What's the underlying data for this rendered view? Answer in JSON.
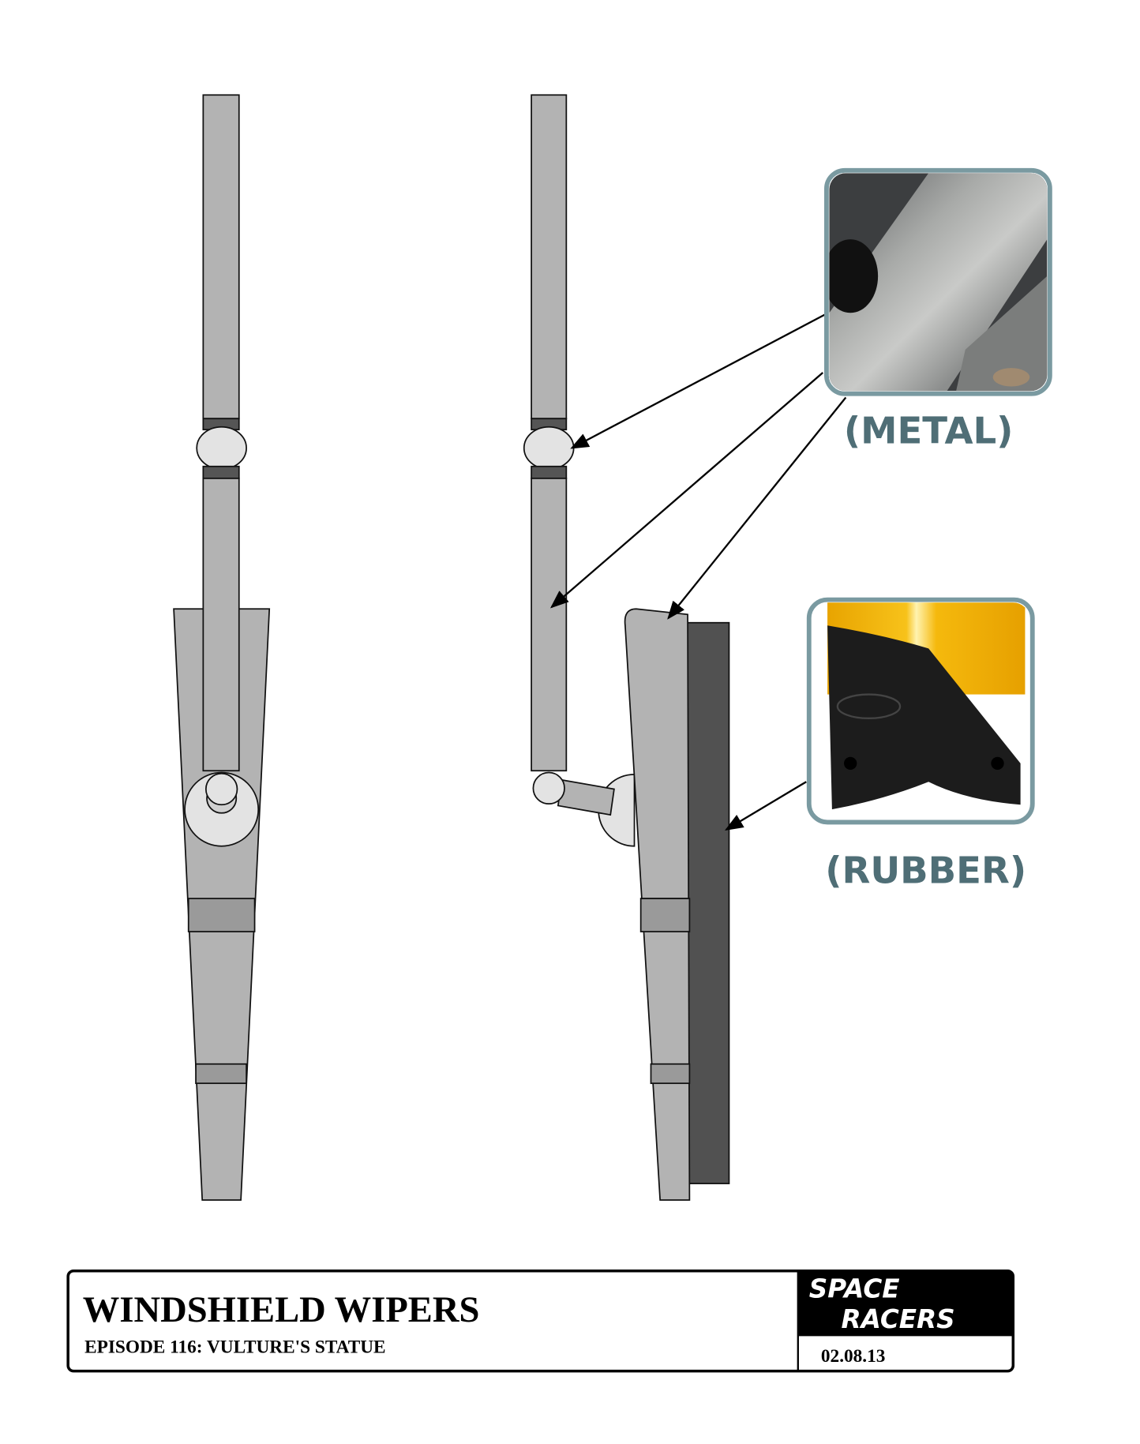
{
  "labels": {
    "metal": "(METAL)",
    "rubber": "(RUBBER)"
  },
  "title_block": {
    "title": "WINDSHIELD WIPERS",
    "subtitle": "EPISODE 116: VULTURE'S STATUE",
    "logo_line1": "SPACE",
    "logo_line2": "RACERS",
    "date": "02.08.13"
  },
  "colors": {
    "part_fill": "#b3b3b3",
    "joint_fill": "#e3e3e3",
    "dark_band": "#555555",
    "mid_band": "#9a9a9a",
    "rubber_blade": "#515151",
    "label_color": "#4f6e76",
    "photo_frame": "#7a9aa1"
  }
}
